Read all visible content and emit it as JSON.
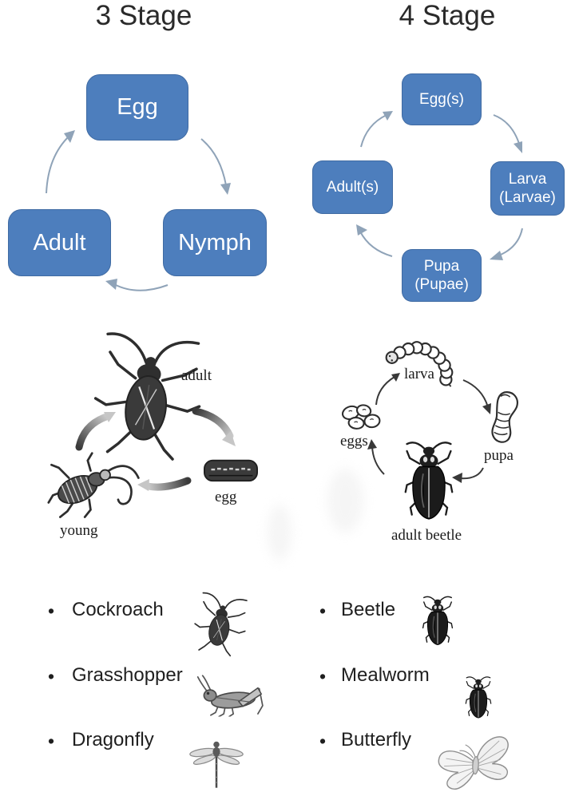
{
  "bullet_char": "•",
  "colors": {
    "stage_box_blue": "#4D7EBD",
    "stage_box_text": "#FFFFFF",
    "cycle_arrow_blue_gray": "#8FA3B8",
    "illustration_ink": "#2E2E2E",
    "title_text": "#2A2A2A"
  },
  "left_column": {
    "title": "3 Stage",
    "cycle": {
      "egg": "Egg",
      "nymph": "Nymph",
      "adult": "Adult"
    },
    "illustration_labels": {
      "adult": "adult",
      "egg": "egg",
      "young": "young"
    },
    "examples": [
      {
        "label": "Cockroach"
      },
      {
        "label": "Grasshopper"
      },
      {
        "label": "Dragonfly"
      }
    ]
  },
  "right_column": {
    "title": "4 Stage",
    "cycle": {
      "egg": "Egg(s)",
      "larva": "Larva (Larvae)",
      "pupa": "Pupa (Pupae)",
      "adult": "Adult(s)"
    },
    "illustration_labels": {
      "larva": "larva",
      "pupa": "pupa",
      "eggs": "eggs",
      "adult": "adult beetle"
    },
    "examples": [
      {
        "label": "Beetle"
      },
      {
        "label": "Mealworm"
      },
      {
        "label": "Butterfly"
      }
    ]
  }
}
